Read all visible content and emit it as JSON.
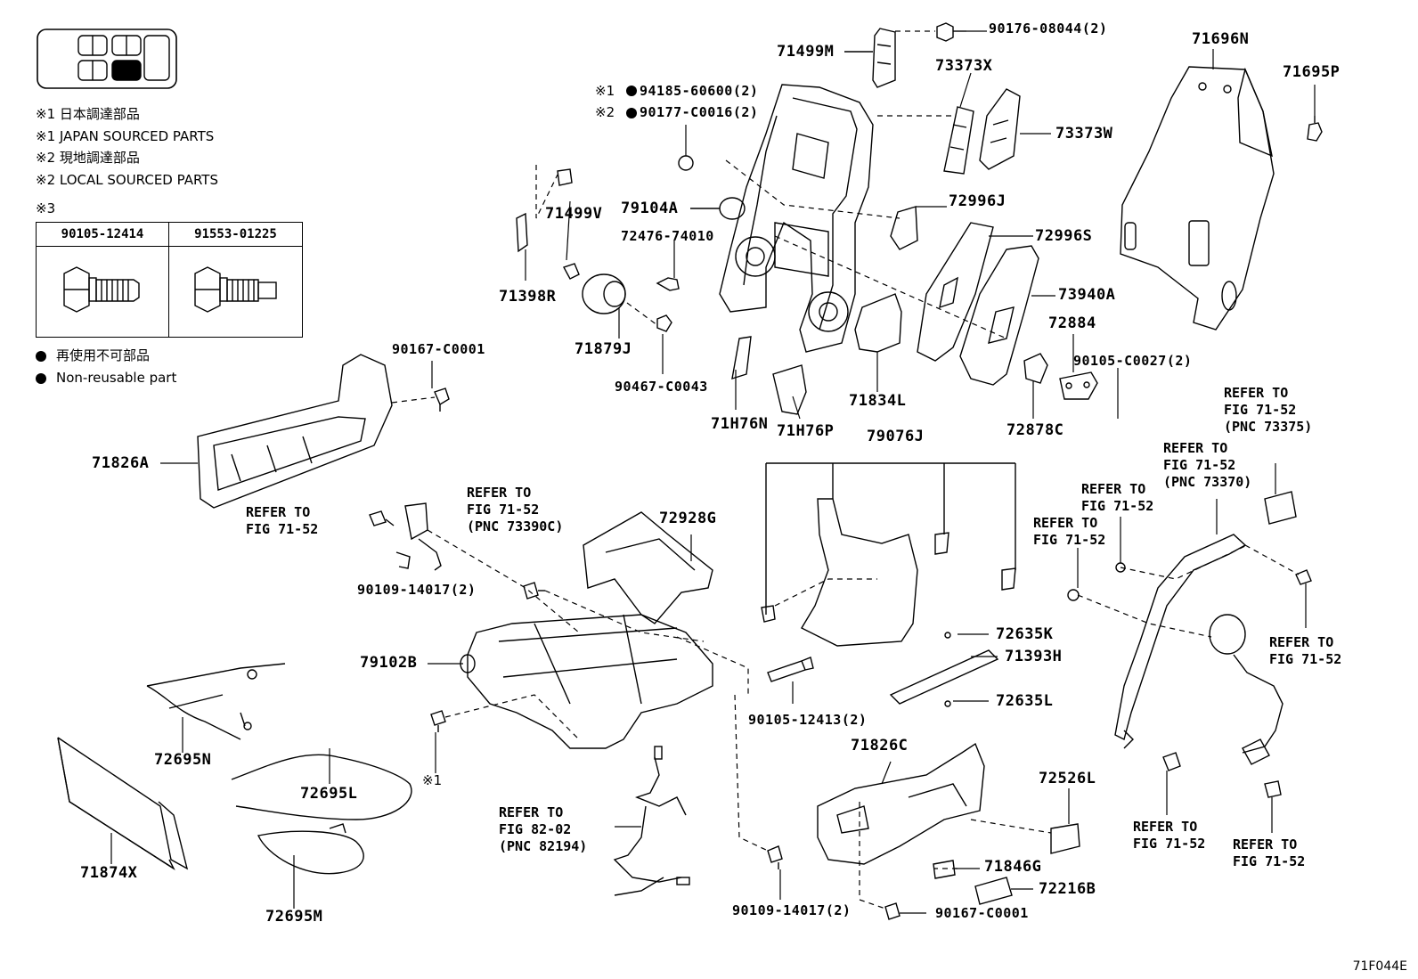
{
  "notes": {
    "n1_jp": "※1 日本調達部品",
    "n1_en": "※1 JAPAN SOURCED PARTS",
    "n2_jp": "※2 現地調達部品",
    "n2_en": "※2 LOCAL SOURCED PARTS",
    "n3": "※3",
    "nonreuse_jp": "再使用不可部品",
    "nonreuse_en": "Non-reusable part"
  },
  "bolt_table": {
    "col1": "90105-12414",
    "col2": "91553-01225"
  },
  "parts": {
    "p71499M": "71499M",
    "p90176": "90176-08044(2)",
    "p71696N": "71696N",
    "p71695P": "71695P",
    "p73373X": "73373X",
    "p73373W": "73373W",
    "p94185": "94185-60600(2)",
    "p94185_mark": "※1",
    "p90177": "90177-C0016(2)",
    "p90177_mark": "※2",
    "p71499V": "71499V",
    "p79104A": "79104A",
    "p72476": "72476-74010",
    "p72996J": "72996J",
    "p72996S": "72996S",
    "p73940A": "73940A",
    "p71398R": "71398R",
    "p71879J": "71879J",
    "p72884": "72884",
    "p90105_C0027": "90105-C0027(2)",
    "p90467": "90467-C0043",
    "p71H76N": "71H76N",
    "p71H76P": "71H76P",
    "p71834L": "71834L",
    "p72878C": "72878C",
    "p90167a": "90167-C0001",
    "p71826A": "71826A",
    "p79076J": "79076J",
    "p72928G": "72928G",
    "p90109a": "90109-14017(2)",
    "p79102B": "79102B",
    "p72635K": "72635K",
    "p71393H": "71393H",
    "p72635L": "72635L",
    "p90105_12413": "90105-12413(2)",
    "mark_x1": "※1",
    "p72695N": "72695N",
    "p72695L": "72695L",
    "p72695M": "72695M",
    "p71874X": "71874X",
    "p71826C": "71826C",
    "p72526L": "72526L",
    "p71846G": "71846G",
    "p72216B": "72216B",
    "p90109b": "90109-14017(2)",
    "p90167b": "90167-C0001"
  },
  "refs": {
    "r1": "REFER TO\nFIG 71-52",
    "r2": "REFER TO\nFIG 71-52\n(PNC 73390C)",
    "r3": "REFER TO\nFIG 71-52\n(PNC 73375)",
    "r4": "REFER TO\nFIG 71-52\n(PNC 73370)",
    "r5": "REFER TO\nFIG 71-52",
    "r6": "REFER TO\nFIG 71-52",
    "r7": "REFER TO\nFIG 71-52",
    "r8": "REFER TO\nFIG 71-52",
    "r9": "REFER TO\nFIG 71-52",
    "r10": "REFER TO\nFIG 82-02\n(PNC 82194)"
  },
  "figure_code": "71F044E"
}
